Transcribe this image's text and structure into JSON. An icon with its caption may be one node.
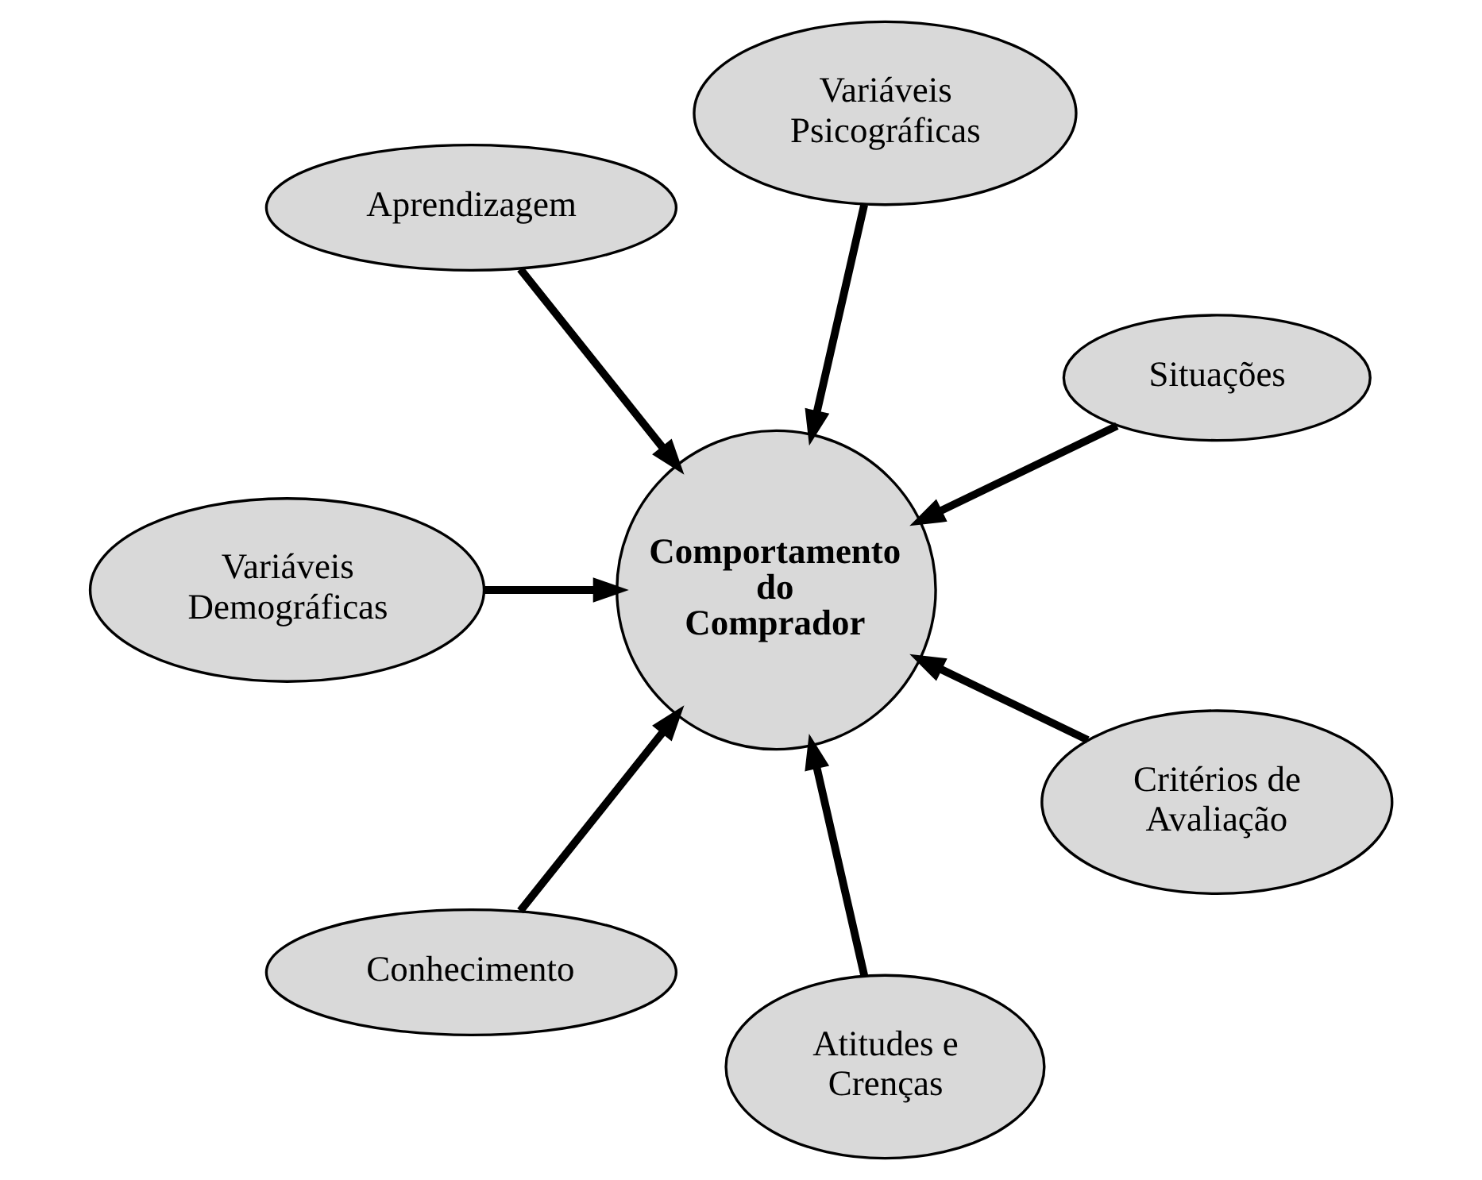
{
  "diagram": {
    "nodes": [
      {
        "text": [
          "Situações"
        ]
      },
      {
        "text": [
          "Variáveis Psicográficas"
        ]
      },
      {
        "text": [
          "Aprendizagem"
        ]
      },
      {
        "text": [
          "Comportamento do Comprador"
        ]
      },
      {
        "text": [
          "Variáveis Demográficas"
        ]
      },
      {
        "text": [
          "Conhecimento"
        ]
      },
      {
        "text": [
          "Atitudes e Crenças"
        ]
      },
      {
        "text": [
          "Critérios de Avaliação"
        ]
      }
    ],
    "edges": [
      {
        "from": 0,
        "to": 3,
        "arrow": "to"
      },
      {
        "from": 1,
        "to": 3,
        "arrow": "to"
      },
      {
        "from": 2,
        "to": 3,
        "arrow": "to"
      },
      {
        "from": 4,
        "to": 3,
        "arrow": "to"
      },
      {
        "from": 5,
        "to": 3,
        "arrow": "to"
      },
      {
        "from": 6,
        "to": 3,
        "arrow": "to"
      },
      {
        "from": 7,
        "to": 3,
        "arrow": "to"
      }
    ]
  }
}
